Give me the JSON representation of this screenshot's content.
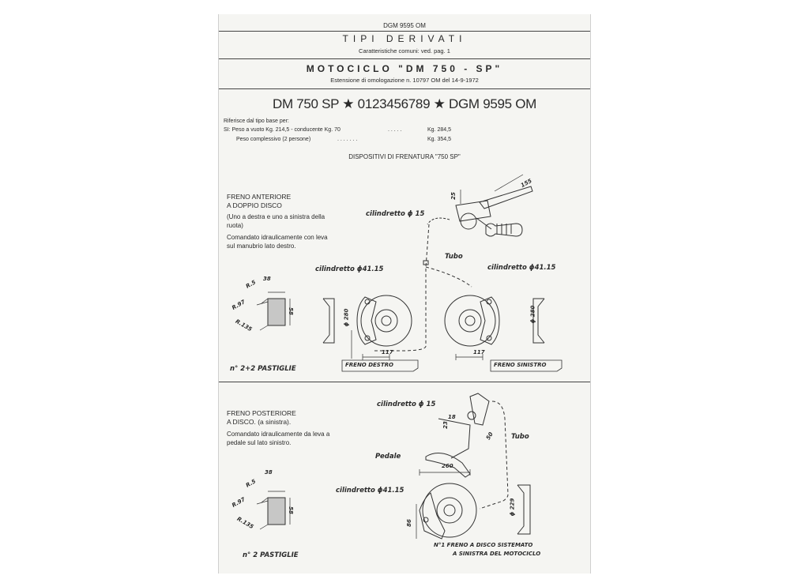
{
  "header": {
    "code": "DGM 9595 OM"
  },
  "tipi": {
    "title": "TIPI DERIVATI",
    "subtitle": "Caratteristiche comuni: ved. pag. 1"
  },
  "model": {
    "title": "MOTOCICLO \"DM 750 - SP\"",
    "subtitle": "Estensione di omologazione n. 10797 OM del 14-9-1972"
  },
  "identity": {
    "line": "DM 750 SP ★ 0123456789 ★ DGM 9595 OM"
  },
  "base": {
    "ref": "Riferisce dal tipo base per:",
    "row1_label": "SI: Peso a vuoto Kg. 214,5 - conducente Kg. 70",
    "row1_dots": ". . . . .",
    "row1_value": "Kg. 284,5",
    "row2_label": "Peso complessivo (2 persone)",
    "row2_dots": ". . . . . . .",
    "row2_value": "Kg. 354,5"
  },
  "section_title": "DISPOSITIVI DI FRENATURA \"750 SP\"",
  "front": {
    "title1": "FRENO ANTERIORE",
    "title2": "A DOPPIO DISCO",
    "note": "(Uno a destra e uno a sinistra della ruota)",
    "cmd": "Comandato idraulicamente con leva sul manubrio lato destro.",
    "cyl_master": "cilindretto ϕ 15",
    "tubo": "Tubo",
    "cyl_left": "cilindretto ϕ41.15",
    "cyl_right": "cilindretto ϕ41.15",
    "dim_155": "155",
    "dim_25": "25",
    "dim_38": "38",
    "dim_r5": "R.5",
    "dim_r97": "R.97",
    "dim_r135": "R.135",
    "dim_58": "58",
    "dim_280a": "ϕ 280",
    "dim_280b": "ϕ 280",
    "dim_117a": "117",
    "dim_117b": "117",
    "pads": "n° 2+2 PASTIGLIE",
    "label_dx": "FRENO DESTRO",
    "label_sx": "FRENO SINISTRO"
  },
  "rear": {
    "title1": "FRENO POSTERIORE",
    "title2": "A DISCO. (a sinistra).",
    "cmd": "Comandato idraulicamente da leva a pedale sul lato sinistro.",
    "cyl_master": "cilindretto ϕ 15",
    "tubo": "Tubo",
    "pedale": "Pedale",
    "cyl": "cilindretto ϕ41.15",
    "dim_18": "18",
    "dim_23": "23",
    "dim_50": "50",
    "dim_260": "260",
    "dim_38": "38",
    "dim_r5": "R.5",
    "dim_r97": "R.97",
    "dim_r135": "R.135",
    "dim_58": "58",
    "dim_86": "86",
    "dim_229": "ϕ 229",
    "pads": "n° 2 PASTIGLIE",
    "note1": "N°1 FRENO A DISCO SISTEMATO",
    "note2": "A SINISTRA DEL MOTOCICLO"
  }
}
